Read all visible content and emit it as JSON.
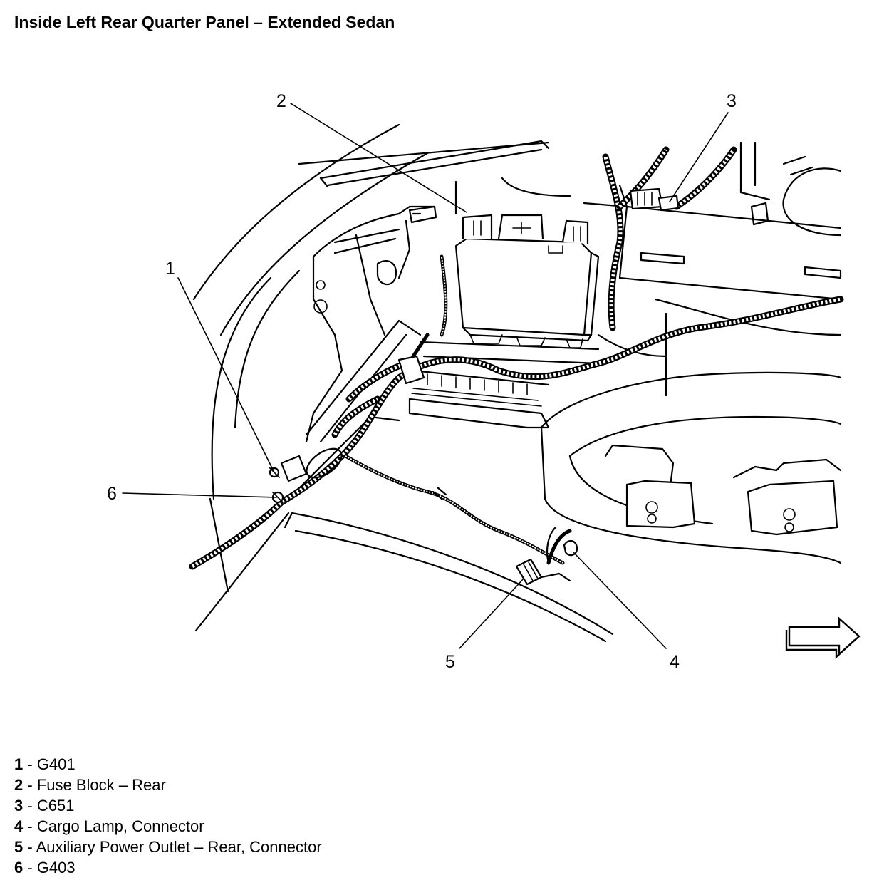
{
  "title": "Inside Left Rear Quarter Panel – Extended Sedan",
  "callouts": [
    {
      "num": "1",
      "text": "G401"
    },
    {
      "num": "2",
      "text": "Fuse Block – Rear"
    },
    {
      "num": "3",
      "text": "C651"
    },
    {
      "num": "4",
      "text": "Cargo Lamp, Connector"
    },
    {
      "num": "5",
      "text": "Auxiliary Power Outlet – Rear, Connector"
    },
    {
      "num": "6",
      "text": "G403"
    }
  ],
  "legend_separator": " - ",
  "icons": {
    "direction_arrow": "arrow-right-icon"
  }
}
